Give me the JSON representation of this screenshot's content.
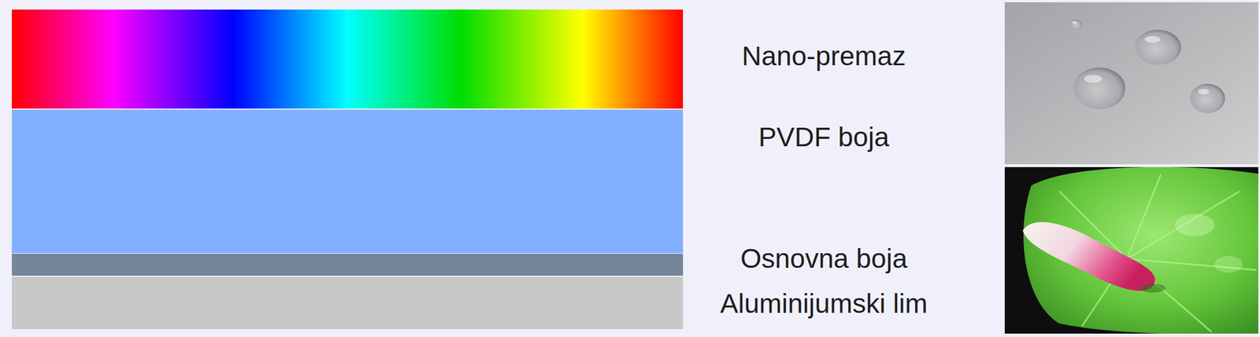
{
  "diagram": {
    "labels": [
      "Nano-premaz",
      "PVDF boja",
      "Osnovna boja",
      "Aluminijumski lim"
    ]
  }
}
